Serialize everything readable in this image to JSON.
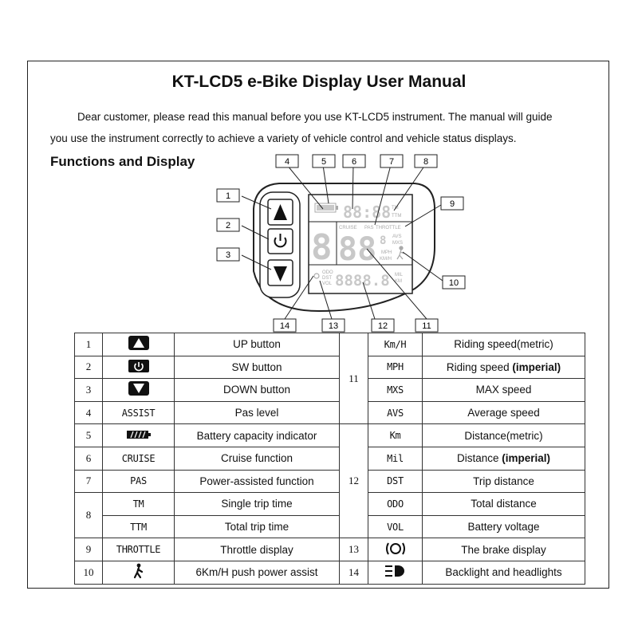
{
  "title": "KT-LCD5 e-Bike Display User Manual",
  "intro_line1": "Dear customer, please read this manual before you use KT-LCD5 instrument. The manual will guide",
  "intro_line2": "you use the instrument correctly to achieve a variety of vehicle control and vehicle status displays.",
  "subheading": "Functions and Display",
  "diagram": {
    "callouts": [
      "1",
      "2",
      "3",
      "4",
      "5",
      "6",
      "7",
      "8",
      "9",
      "10",
      "11",
      "12",
      "13",
      "14"
    ],
    "speed_digits": "88",
    "assist_digit": "8",
    "time_digits": "88:88",
    "odo_digits": "8888.8",
    "labels": {
      "tm": "TM",
      "ttm": "TTM",
      "cruise": "CRUISE",
      "pas": "PAS",
      "throttle": "THROTTLE",
      "avs": "AVS",
      "mxs": "MXS",
      "mph": "MPH",
      "kmh": "KM/H",
      "odo": "ODO",
      "dst": "DST",
      "vol": "VOL",
      "mil": "MIL",
      "km": "KM"
    }
  },
  "left_rows": [
    {
      "num": "1",
      "code": "",
      "icon": "up-button-icon",
      "desc": "UP button"
    },
    {
      "num": "2",
      "code": "",
      "icon": "power-button-icon",
      "desc": "SW button"
    },
    {
      "num": "3",
      "code": "",
      "icon": "down-button-icon",
      "desc": "DOWN button"
    },
    {
      "num": "4",
      "code": "ASSIST",
      "icon": "",
      "desc": "Pas level"
    },
    {
      "num": "5",
      "code": "",
      "icon": "battery-icon",
      "desc": "Battery capacity indicator"
    },
    {
      "num": "6",
      "code": "CRUISE",
      "icon": "",
      "desc": "Cruise function"
    },
    {
      "num": "7",
      "code": "PAS",
      "icon": "",
      "desc": "Power-assisted function"
    },
    {
      "num": "8",
      "code": "TM",
      "icon": "",
      "desc": "Single trip time"
    },
    {
      "num": "",
      "code": "TTM",
      "icon": "",
      "desc": "Total trip time"
    },
    {
      "num": "9",
      "code": "THROTTLE",
      "icon": "",
      "desc": "Throttle display"
    },
    {
      "num": "10",
      "code": "",
      "icon": "walk-assist-icon",
      "desc": "6Km/H push power assist"
    }
  ],
  "right_rows": [
    {
      "group": "11",
      "code": "Km/H",
      "icon": "",
      "desc_plain": "Riding speed",
      "desc_paren": "(metric)",
      "paren_bold": false
    },
    {
      "group": "",
      "code": "MPH",
      "icon": "",
      "desc_plain": "Riding speed ",
      "desc_paren": "(imperial)",
      "paren_bold": true
    },
    {
      "group": "",
      "code": "MXS",
      "icon": "",
      "desc_plain": "MAX speed",
      "desc_paren": "",
      "paren_bold": false
    },
    {
      "group": "",
      "code": "AVS",
      "icon": "",
      "desc_plain": "Average speed",
      "desc_paren": "",
      "paren_bold": false
    },
    {
      "group": "12",
      "code": "Km",
      "icon": "",
      "desc_plain": "Distance",
      "desc_paren": "(metric)",
      "paren_bold": false
    },
    {
      "group": "",
      "code": "Mil",
      "icon": "",
      "desc_plain": "Distance ",
      "desc_paren": "(imperial)",
      "paren_bold": true
    },
    {
      "group": "",
      "code": "DST",
      "icon": "",
      "desc_plain": "Trip distance",
      "desc_paren": "",
      "paren_bold": false
    },
    {
      "group": "",
      "code": "ODO",
      "icon": "",
      "desc_plain": "Total distance",
      "desc_paren": "",
      "paren_bold": false
    },
    {
      "group": "",
      "code": "VOL",
      "icon": "",
      "desc_plain": "Battery voltage",
      "desc_paren": "",
      "paren_bold": false
    },
    {
      "group": "13",
      "code": "",
      "icon": "brake-icon",
      "desc_plain": "The brake display",
      "desc_paren": "",
      "paren_bold": false
    },
    {
      "group": "14",
      "code": "",
      "icon": "headlight-icon",
      "desc_plain": "Backlight and headlights",
      "desc_paren": "",
      "paren_bold": false
    }
  ]
}
